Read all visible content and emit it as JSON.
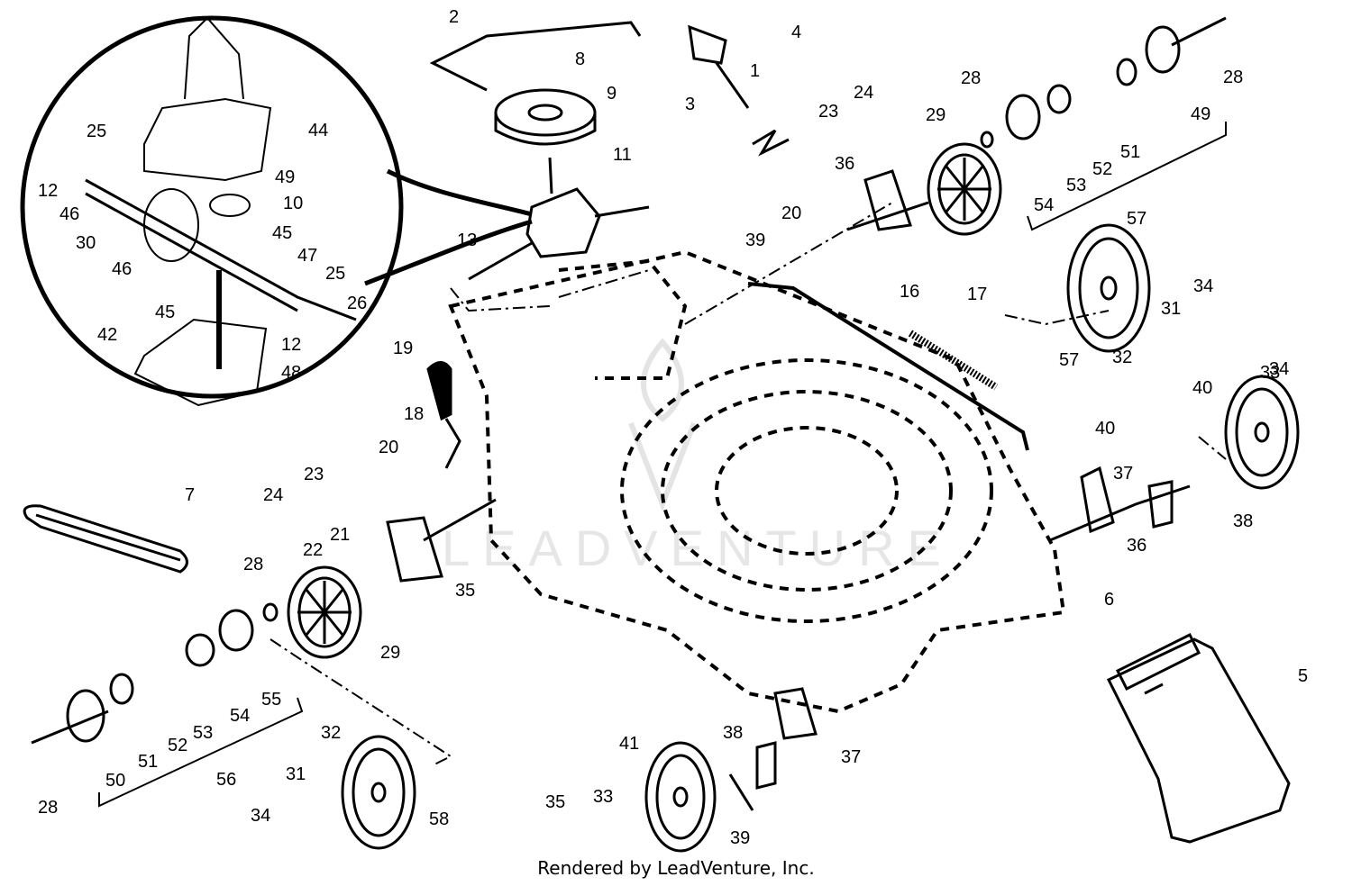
{
  "watermark_text": "LEADVENTURE",
  "footer_text": "Rendered by LeadVenture, Inc.",
  "labels": [
    "1",
    "2",
    "3",
    "4",
    "5",
    "6",
    "7",
    "8",
    "9",
    "10",
    "11",
    "12",
    "12",
    "13",
    "16",
    "17",
    "18",
    "19",
    "20",
    "20",
    "21",
    "22",
    "23",
    "23",
    "24",
    "24",
    "25",
    "25",
    "26",
    "28",
    "28",
    "28",
    "28",
    "29",
    "29",
    "30",
    "31",
    "31",
    "32",
    "32",
    "33",
    "33",
    "34",
    "34",
    "34",
    "35",
    "35",
    "36",
    "36",
    "37",
    "37",
    "38",
    "38",
    "39",
    "39",
    "40",
    "40",
    "41",
    "42",
    "44",
    "45",
    "45",
    "46",
    "46",
    "47",
    "48",
    "49",
    "49",
    "50",
    "51",
    "51",
    "52",
    "52",
    "53",
    "53",
    "54",
    "54",
    "55",
    "56",
    "57",
    "57",
    "58"
  ]
}
